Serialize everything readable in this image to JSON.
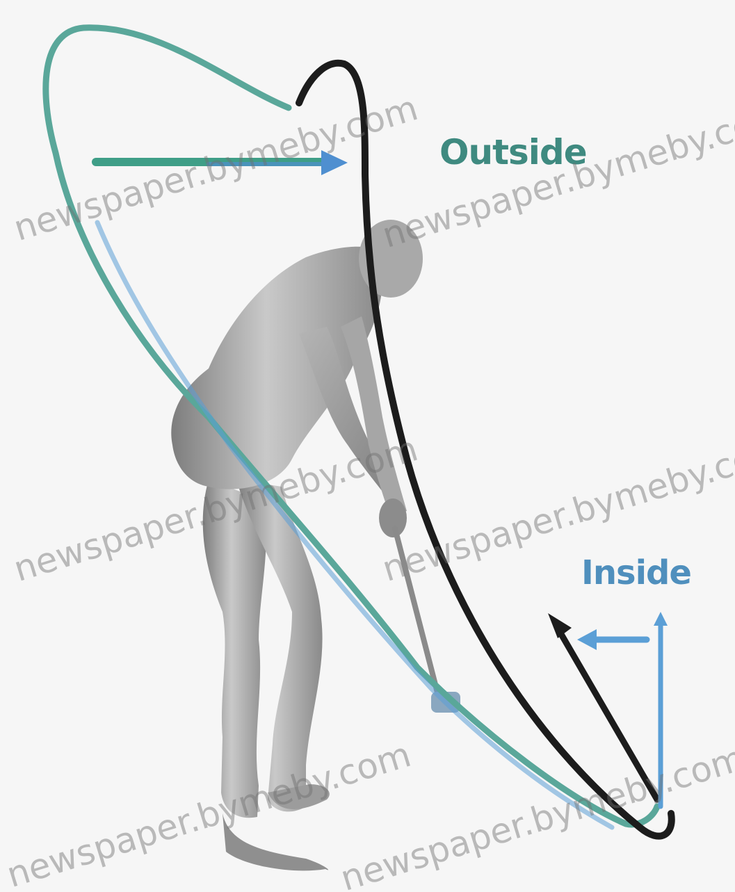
{
  "labels": {
    "outside": "Outside",
    "inside": "Inside"
  },
  "watermark": {
    "text": "newspaper.bymeby.com"
  },
  "colors": {
    "background": "#f6f6f6",
    "outside_path": "#5aa79a",
    "inside_path": "#5b9fd6",
    "club_path": "#1c1c1c",
    "outside_label": "#3f8a80",
    "inside_label": "#4f8fbd",
    "figure": "#9a9a9a"
  },
  "icons": {
    "outside_arrow": "arrow-right-icon",
    "inside_arrow": "arrow-left-icon",
    "vertical_arrow": "arrow-up-icon",
    "club_arrow": "arrow-up-left-icon"
  }
}
